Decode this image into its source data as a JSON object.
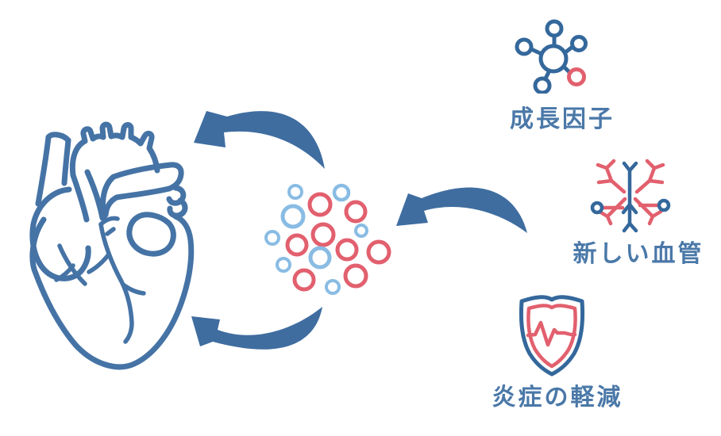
{
  "diagram": {
    "heart": {
      "icon": "anatomical-heart-icon"
    },
    "cells": {
      "icon": "cell-cluster-icon",
      "red_cell_count": 8,
      "blue_cell_count": 8
    },
    "arrows": [
      {
        "name": "arrow-cells-to-heart-top",
        "direction": "left"
      },
      {
        "name": "arrow-icons-to-cells",
        "direction": "left"
      },
      {
        "name": "arrow-cells-to-heart-bottom",
        "direction": "left"
      }
    ],
    "items": [
      {
        "icon": "growth-factor-molecule-icon",
        "label": "成長因子"
      },
      {
        "icon": "new-blood-vessels-icon",
        "label": "新しい血管"
      },
      {
        "icon": "inflammation-shield-icon",
        "label": "炎症の軽減"
      }
    ],
    "colors": {
      "outline_blue": "#4573a5",
      "arrow_blue": "#3f6da0",
      "label_blue": "#4a78a8",
      "icon_blue": "#34689c",
      "cell_blue": "#89bce4",
      "accent_red": "#e2606e",
      "background": "#ffffff"
    }
  }
}
